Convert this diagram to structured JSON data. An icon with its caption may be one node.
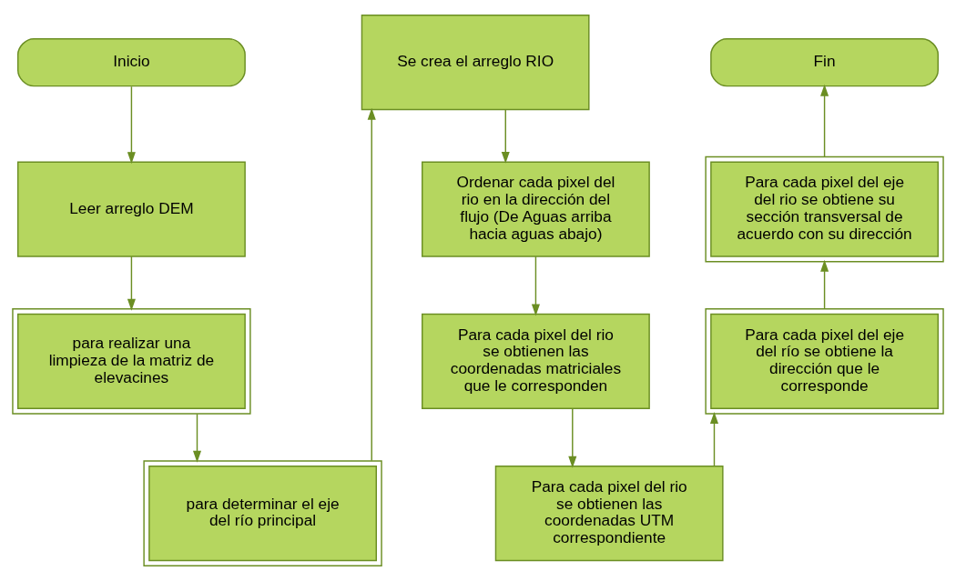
{
  "diagram": {
    "nodes": [
      {
        "text": [
          "Inicio"
        ]
      },
      {
        "text": [
          "Leer arreglo DEM"
        ]
      },
      {
        "text": [
          "para realizar una limpieza de la matriz de elevacines"
        ]
      },
      {
        "text": [
          "para determinar el eje del río principal"
        ]
      },
      {
        "text": [
          "Se crea el arreglo RIO"
        ]
      },
      {
        "text": [
          "Ordenar cada pixel del rio en la dirección del flujo (De Aguas arriba hacia aguas abajo)"
        ]
      },
      {
        "text": [
          "Para cada pixel del rio se obtienen las coordenadas matriciales que le corresponden"
        ]
      },
      {
        "text": [
          "Para cada pixel del rio se obtienen las coordenadas UTM correspondiente"
        ]
      },
      {
        "text": [
          "Para cada pixel del eje del río se obtiene la dirección que le corresponde"
        ]
      },
      {
        "text": [
          "Para cada pixel del eje del rio se obtiene su sección transversal de acuerdo con su dirección"
        ]
      },
      {
        "text": [
          "Fin"
        ]
      }
    ],
    "edges": [
      {
        "from": 0,
        "to": 1,
        "arrow": "to"
      },
      {
        "from": 1,
        "to": 2,
        "arrow": "to"
      },
      {
        "from": 2,
        "to": 3,
        "arrow": "to"
      },
      {
        "from": 3,
        "to": 4,
        "arrow": "to"
      },
      {
        "from": 4,
        "to": 5,
        "arrow": "to"
      },
      {
        "from": 5,
        "to": 6,
        "arrow": "to"
      },
      {
        "from": 6,
        "to": 7,
        "arrow": "to"
      },
      {
        "from": 7,
        "to": 8,
        "arrow": "to"
      },
      {
        "from": 8,
        "to": 9,
        "arrow": "to"
      },
      {
        "from": 9,
        "to": 10,
        "arrow": "to"
      }
    ]
  }
}
